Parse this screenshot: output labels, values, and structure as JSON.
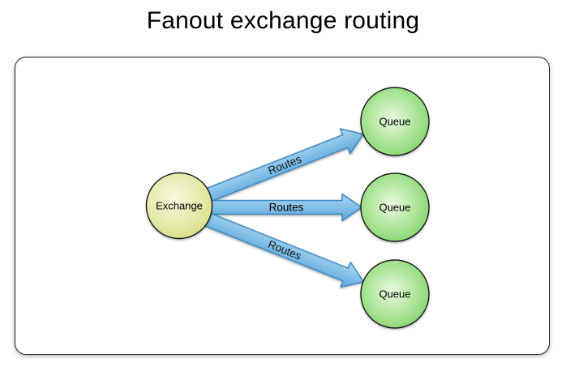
{
  "title": "Fanout exchange routing",
  "diagram": {
    "exchange": {
      "label": "Exchange"
    },
    "queues": [
      {
        "label": "Queue"
      },
      {
        "label": "Queue"
      },
      {
        "label": "Queue"
      }
    ],
    "routes": [
      {
        "label": "Routes"
      },
      {
        "label": "Routes"
      },
      {
        "label": "Routes"
      }
    ]
  },
  "colors": {
    "arrow_fill_light": "#aed9f3",
    "arrow_fill_dark": "#58a5da",
    "arrow_stroke": "#3d86c0",
    "exchange_center": "#f8fadf",
    "exchange_edge": "#d7dd81",
    "queue_center": "#e9fade",
    "queue_edge": "#77d15d",
    "node_stroke": "#1b1b1b",
    "text": "#000000"
  }
}
